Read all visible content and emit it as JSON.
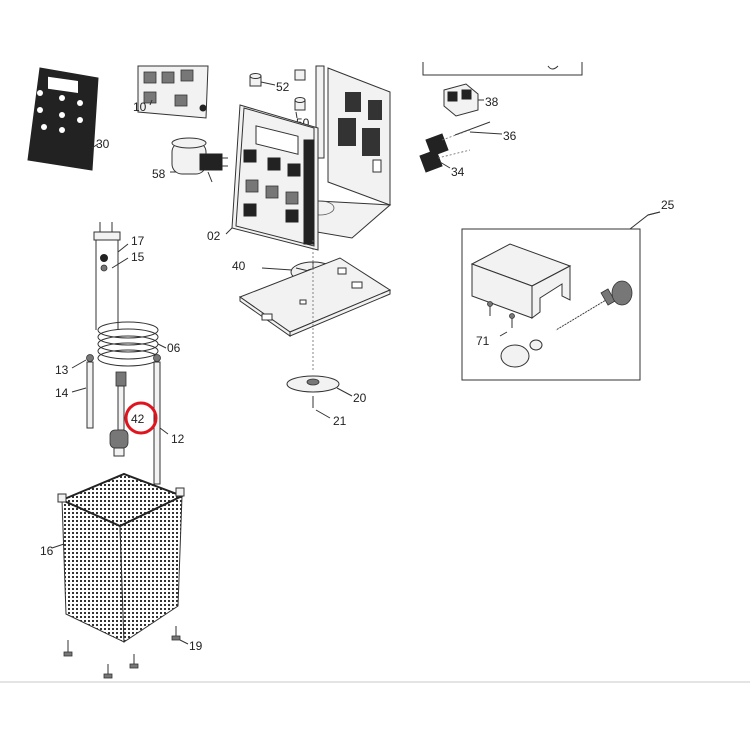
{
  "diagram": {
    "highlight_color": "#e0141e",
    "callouts": {
      "c30": "30",
      "c10": "10",
      "c58": "58",
      "c52": "52",
      "c50": "50",
      "c02": "02",
      "c38": "38",
      "c36": "36",
      "c34": "34",
      "c25": "25",
      "c17": "17",
      "c15": "15",
      "c06": "06",
      "c13": "13",
      "c14": "14",
      "c42": "42",
      "c12": "12",
      "c40": "40",
      "c20": "20",
      "c21": "21",
      "c71": "71",
      "c16": "16",
      "c19": "19"
    }
  }
}
